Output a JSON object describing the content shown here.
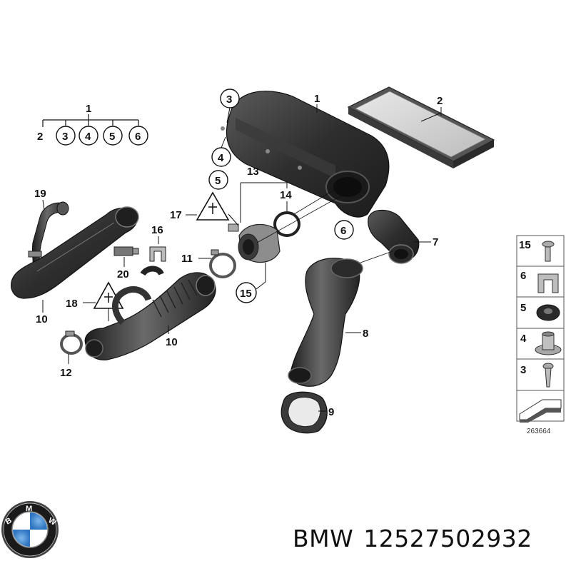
{
  "diagram": {
    "group_header": {
      "top": "1",
      "items": [
        "2",
        "3",
        "4",
        "5",
        "6"
      ]
    },
    "callouts": {
      "c1": "1",
      "c2": "2",
      "c3": "3",
      "c4": "4",
      "c5": "5",
      "c6": "6",
      "c7": "7",
      "c8": "8",
      "c9": "9",
      "c10a": "10",
      "c10b": "10",
      "c11": "11",
      "c12": "12",
      "c13": "13",
      "c14": "14",
      "c15": "15",
      "c16": "16",
      "c17": "17",
      "c18": "18",
      "c19": "19",
      "c20": "20"
    },
    "legend": [
      "15",
      "6",
      "5",
      "4",
      "3"
    ],
    "diagram_number": "263664"
  },
  "caption": {
    "brand": "BMW",
    "part_number": "12527502932"
  },
  "colors": {
    "part_dark": "#2b2b2b",
    "part_mid": "#4a4a4a",
    "part_light": "#8a8a8a",
    "filter_fill": "#d8d8d8",
    "line": "#111111"
  },
  "logo": {
    "text": "BMW"
  }
}
